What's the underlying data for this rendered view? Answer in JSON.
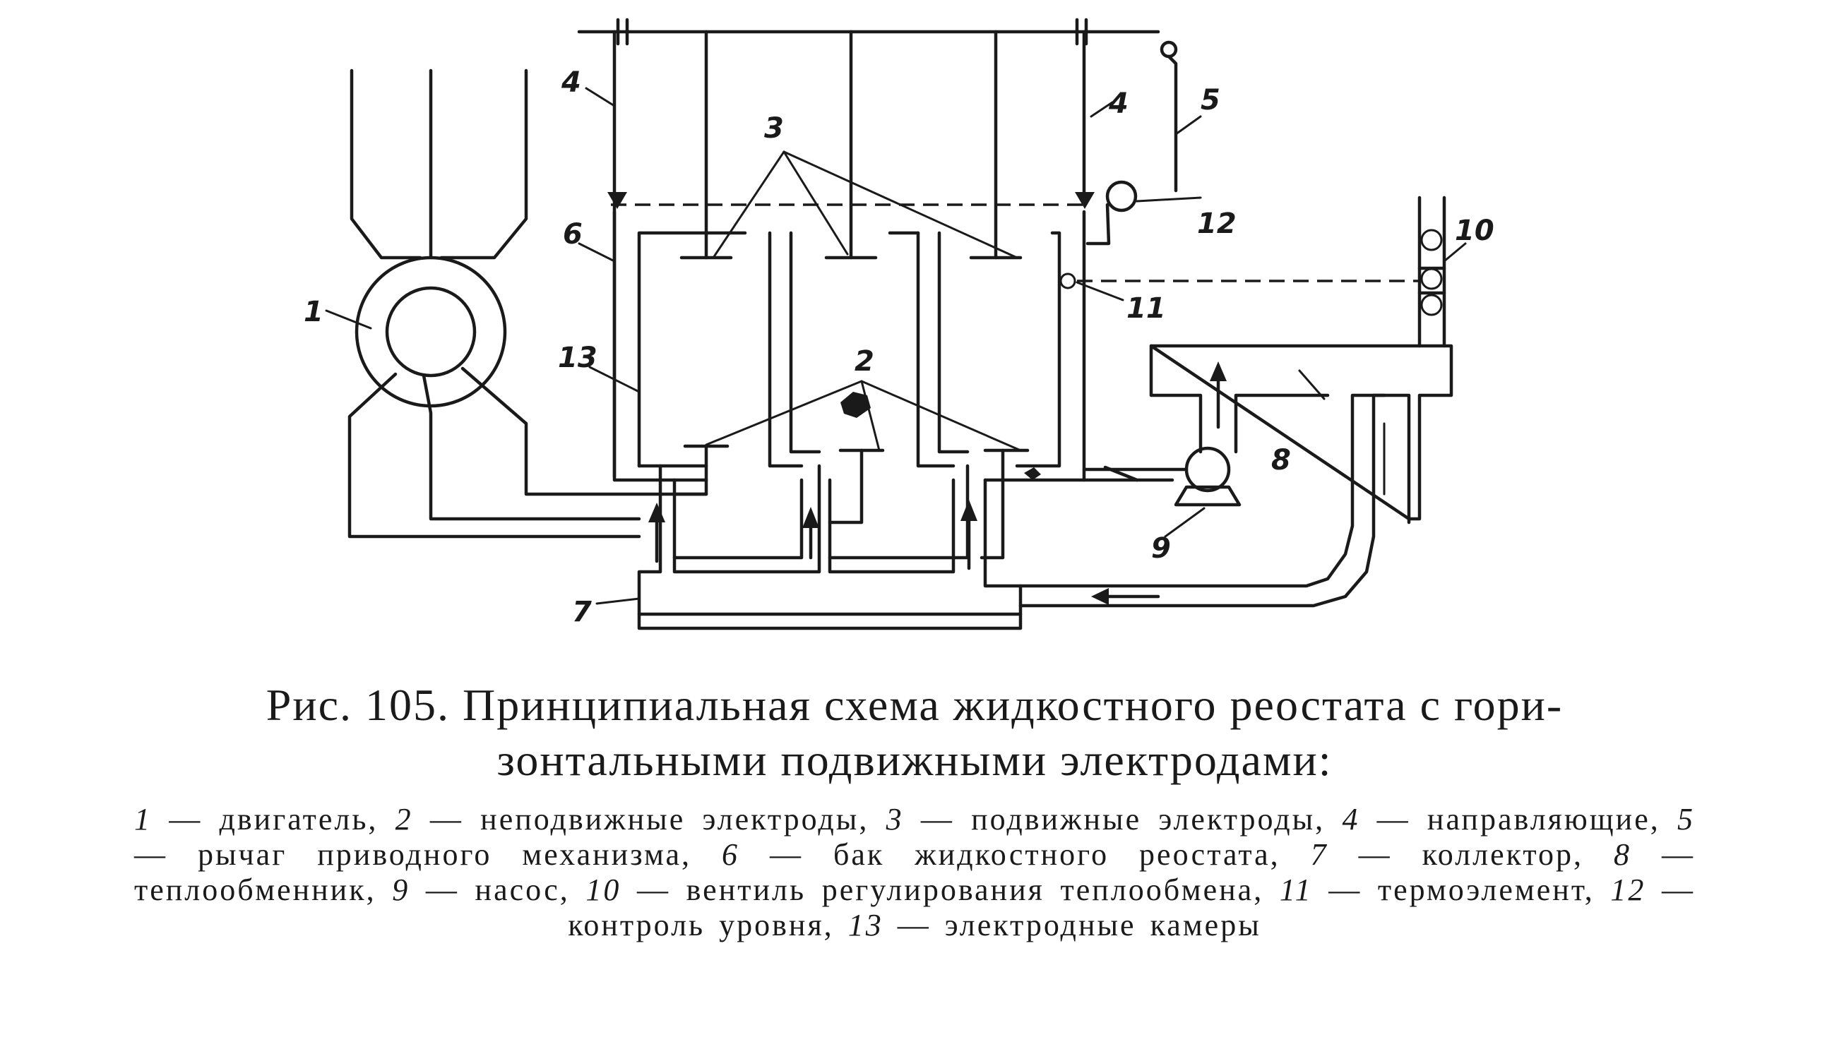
{
  "diagram": {
    "labels": [
      "1",
      "2",
      "3",
      "4",
      "4",
      "5",
      "6",
      "7",
      "8",
      "9",
      "10",
      "11",
      "12",
      "13"
    ]
  },
  "caption": {
    "title_line1": "Рис. 105. Принципиальная схема жидкостного реостата с гори-",
    "title_line2": "зонтальными подвижными электродами:",
    "legend": [
      {
        "num": "1",
        "text": "двигатель"
      },
      {
        "num": "2",
        "text": "неподвижные электроды"
      },
      {
        "num": "3",
        "text": "подвижные электроды"
      },
      {
        "num": "4",
        "text": "направляющие"
      },
      {
        "num": "5",
        "text": "рычаг приводного механизма"
      },
      {
        "num": "6",
        "text": "бак жидкостного реостата"
      },
      {
        "num": "7",
        "text": "коллектор"
      },
      {
        "num": "8",
        "text": "теплообменник"
      },
      {
        "num": "9",
        "text": "насос"
      },
      {
        "num": "10",
        "text": "вентиль регулирования теплообмена"
      },
      {
        "num": "11",
        "text": "термоэлемент"
      },
      {
        "num": "12",
        "text": "контроль уровня"
      },
      {
        "num": "13",
        "text": "электродные камеры"
      }
    ],
    "separator": "—"
  }
}
